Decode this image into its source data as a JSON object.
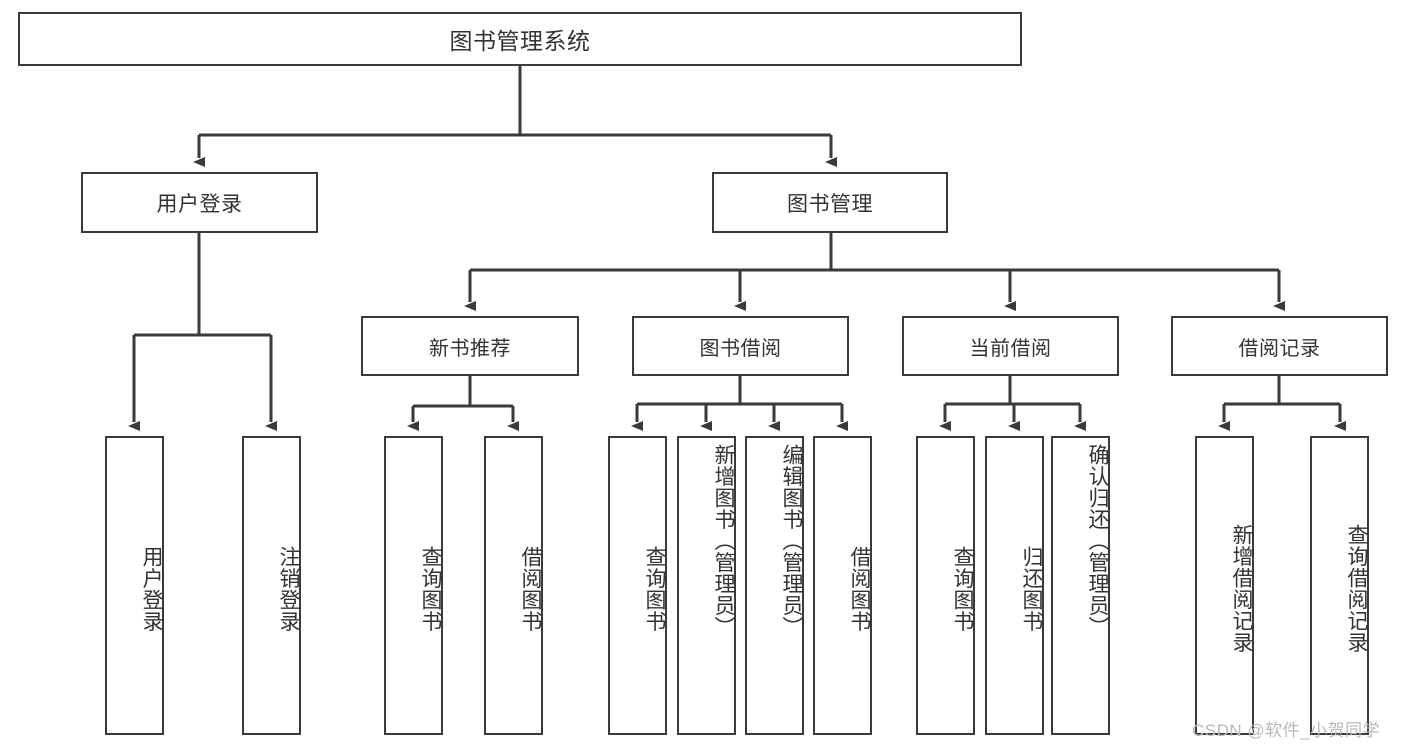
{
  "diagram": {
    "title": "图书管理系统",
    "root": {
      "label": "图书管理系统"
    },
    "level1": [
      {
        "label": "用户登录"
      },
      {
        "label": "图书管理"
      }
    ],
    "level2": [
      {
        "label": "新书推荐"
      },
      {
        "label": "图书借阅"
      },
      {
        "label": "当前借阅"
      },
      {
        "label": "借阅记录"
      }
    ],
    "leaves": {
      "user_login": [
        {
          "label": "用户登录"
        },
        {
          "label": "注销登录"
        }
      ],
      "new_book_recommend": [
        {
          "label": "查询图书"
        },
        {
          "label": "借阅图书"
        }
      ],
      "book_borrow": [
        {
          "label": "查询图书"
        },
        {
          "label": "新增图书（管理员）"
        },
        {
          "label": "编辑图书（管理员）"
        },
        {
          "label": "借阅图书"
        }
      ],
      "current_borrow": [
        {
          "label": "查询图书"
        },
        {
          "label": "归还图书"
        },
        {
          "label": "确认归还（管理员）"
        }
      ],
      "borrow_record": [
        {
          "label": "新增借阅记录"
        },
        {
          "label": "查询借阅记录"
        }
      ]
    }
  },
  "watermark": {
    "text": "CSDN @软件_小贺同学"
  },
  "colors": {
    "stroke": "#3a3a3a",
    "text": "#333333",
    "background": "#ffffff",
    "watermark": "#b9b9b9"
  }
}
